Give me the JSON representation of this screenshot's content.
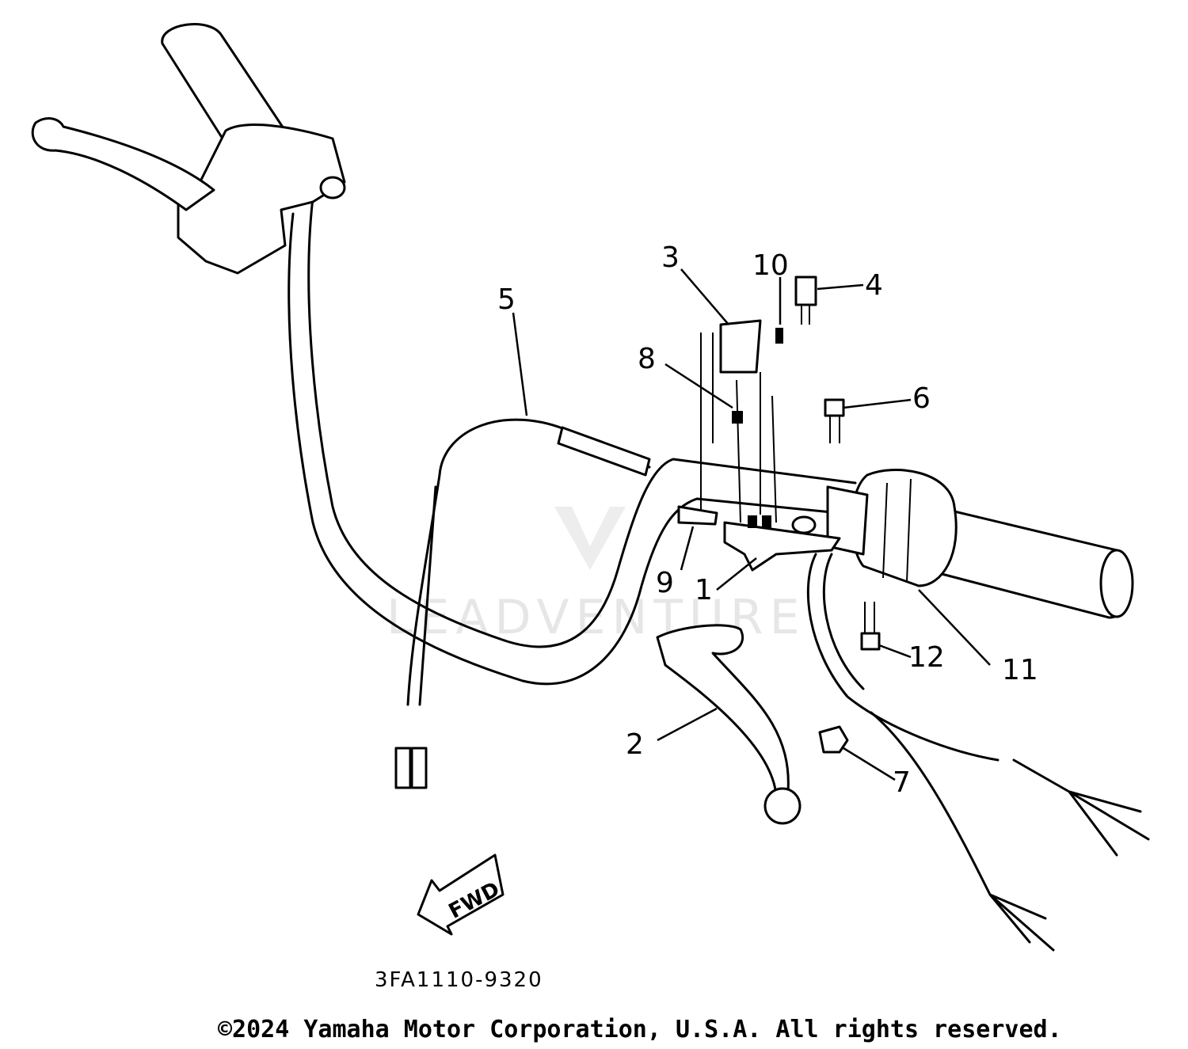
{
  "diagram": {
    "callouts": [
      {
        "id": "1",
        "label": "1"
      },
      {
        "id": "2",
        "label": "2"
      },
      {
        "id": "3",
        "label": "3"
      },
      {
        "id": "4",
        "label": "4"
      },
      {
        "id": "5",
        "label": "5"
      },
      {
        "id": "6",
        "label": "6"
      },
      {
        "id": "7",
        "label": "7"
      },
      {
        "id": "8",
        "label": "8"
      },
      {
        "id": "9",
        "label": "9"
      },
      {
        "id": "10",
        "label": "10"
      },
      {
        "id": "11",
        "label": "11"
      },
      {
        "id": "12",
        "label": "12"
      }
    ],
    "fwd_label": "FWD",
    "drawing_code": "3FA1110-9320",
    "watermark_text": "LEADVENTURE",
    "copyright": "©2024 Yamaha Motor Corporation, U.S.A. All rights reserved."
  }
}
